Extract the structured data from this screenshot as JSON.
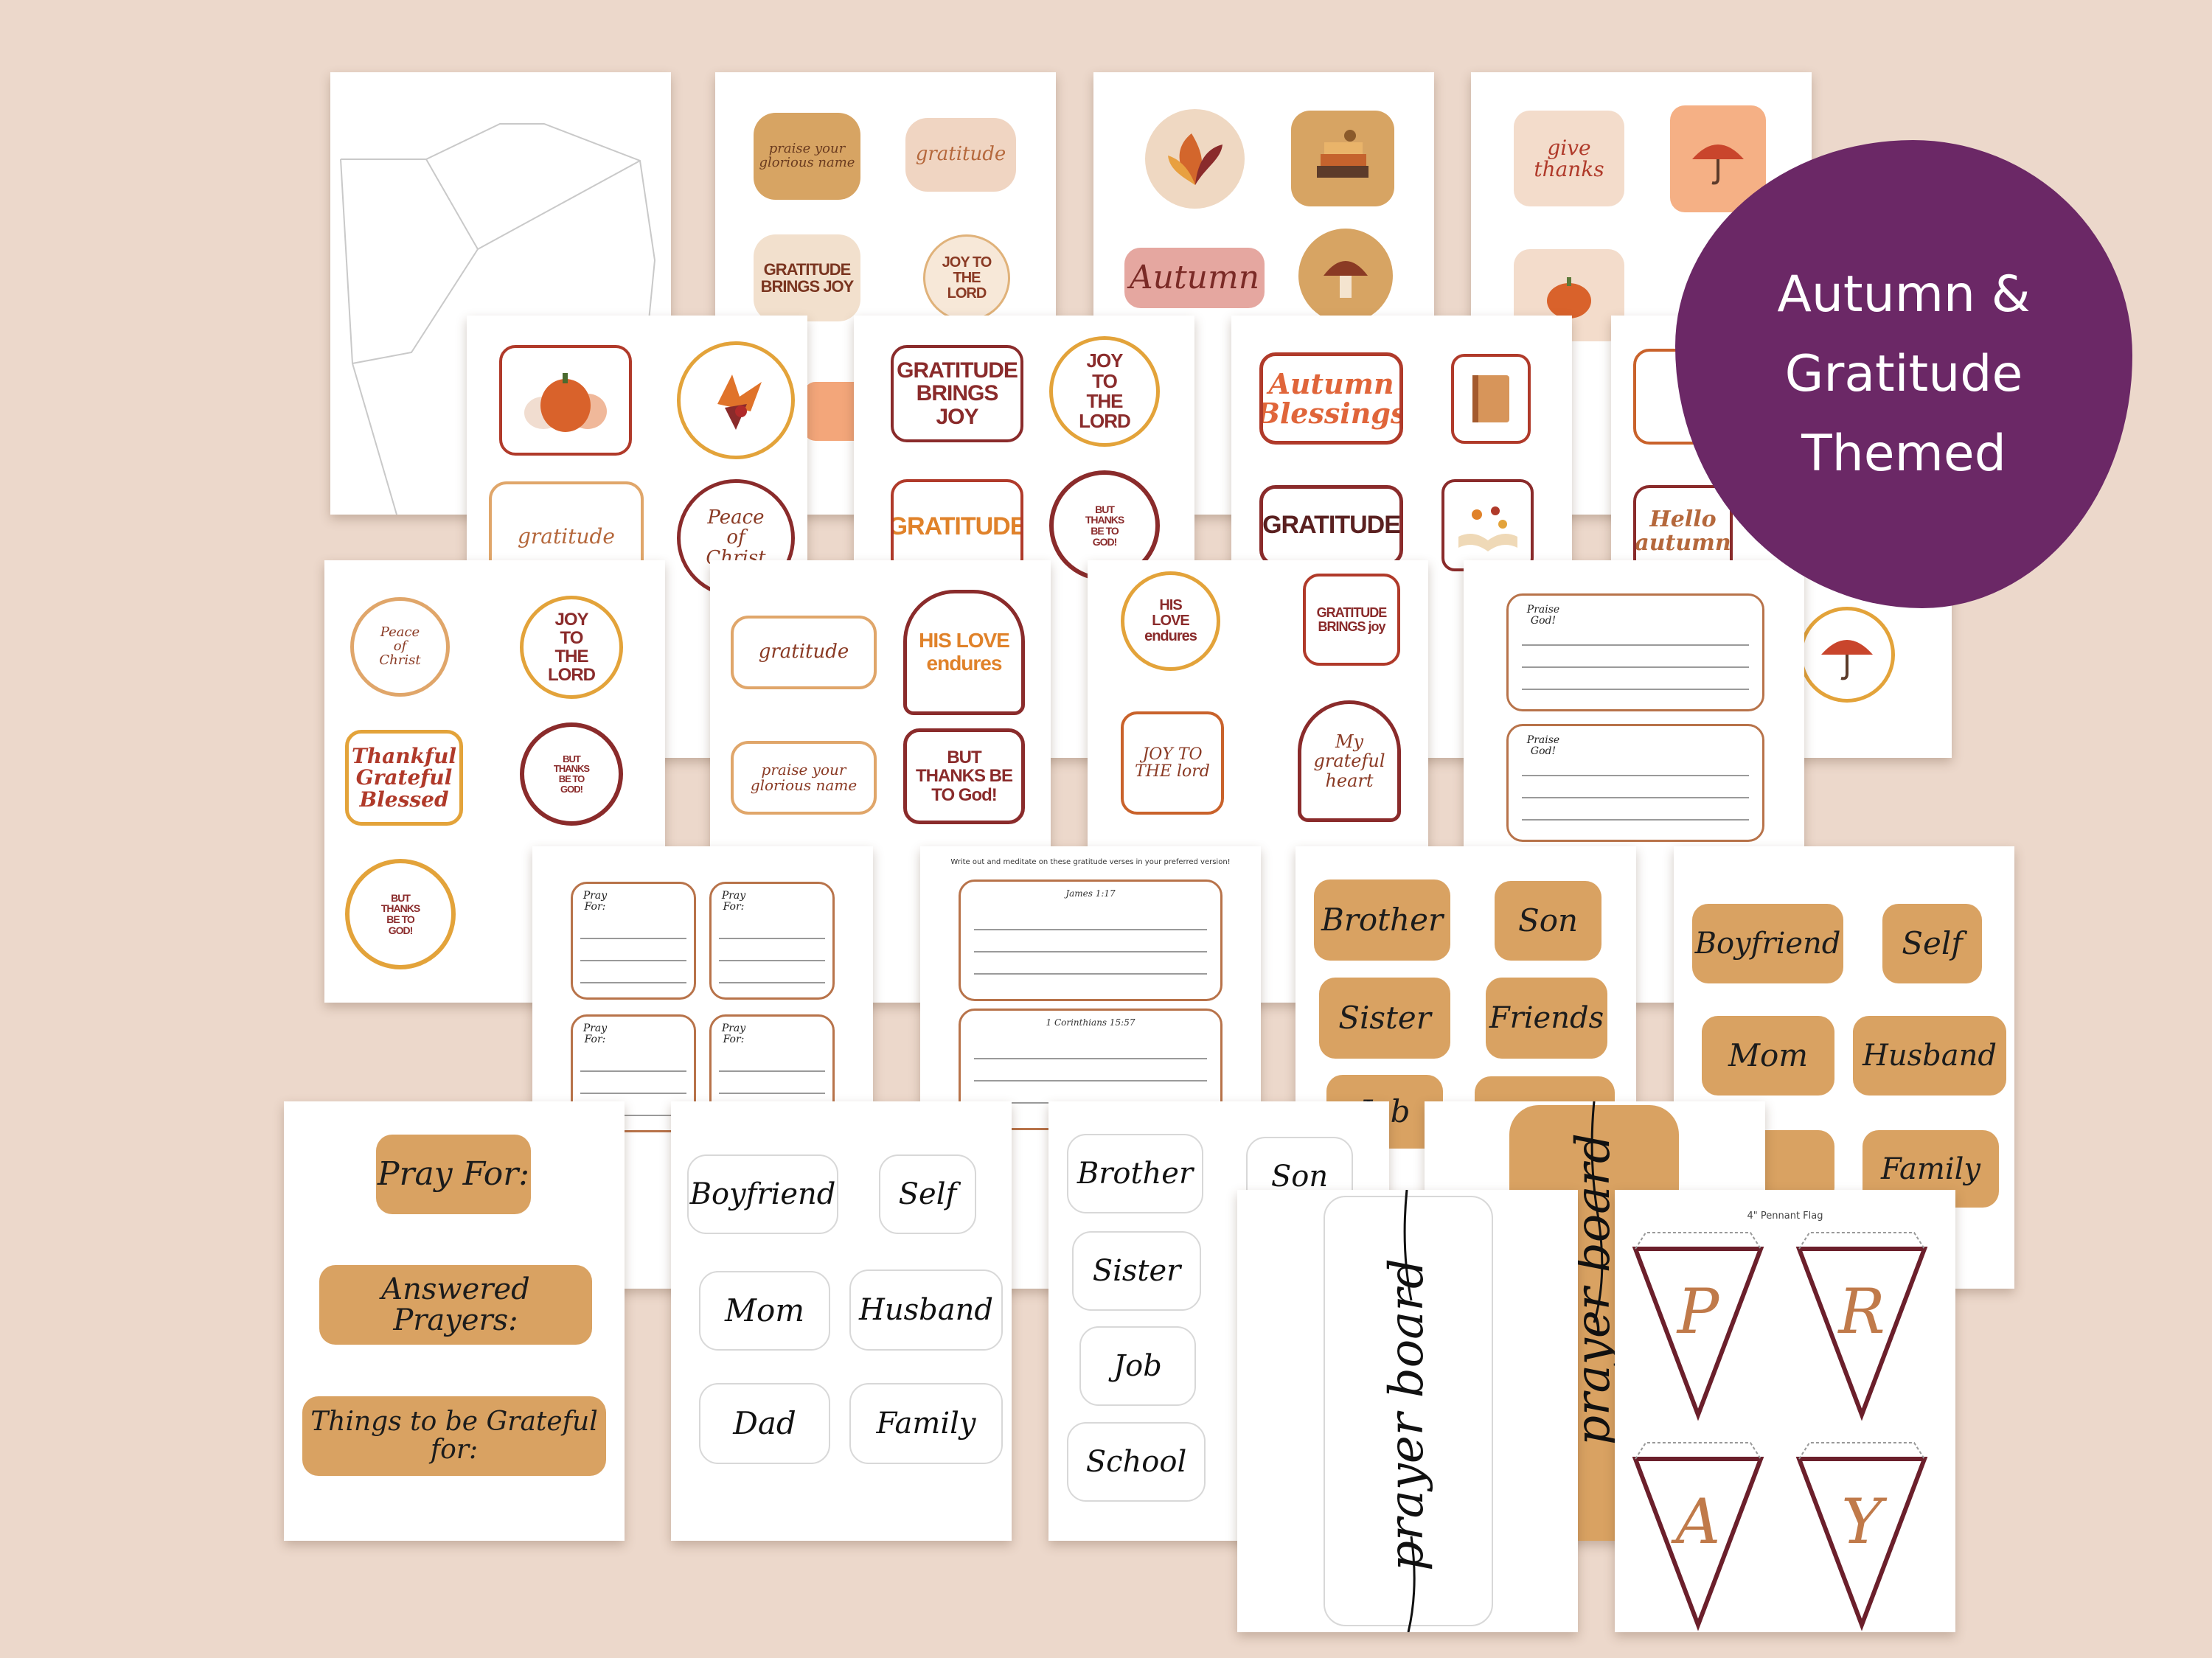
{
  "badge": {
    "line1": "Autumn &",
    "line2": "Gratitude",
    "line3": "Themed"
  },
  "sheet2": {
    "sticker1": "praise your glorious name",
    "sticker2": "gratitude",
    "sticker3": "GRATITUDE BRINGS JOY",
    "sticker4": "JOY TO THE LORD"
  },
  "sheet3": {
    "sticker1": "Autumn"
  },
  "sheet4": {
    "sticker1": "give thanks"
  },
  "sheet5": {
    "sticker1": "gratitude",
    "sticker2": "Peace of Christ"
  },
  "sheet6": {
    "sticker1": "GRATITUDE BRINGS JOY",
    "sticker2": "JOY TO THE LORD",
    "sticker3": "GRATITUDE",
    "sticker4": "BUT THANKS BE TO GOD!"
  },
  "sheet7": {
    "sticker1": "Autumn Blessings",
    "sticker2": "GRATITUDE"
  },
  "sheet8": {
    "sticker1": "Hello autumn"
  },
  "sheet9": {
    "sticker1": "Peace of Christ",
    "sticker2": "JOY TO THE LORD",
    "sticker3": "Thankful Grateful Blessed",
    "sticker4": "BUT THANKS BE TO GOD!",
    "sticker5": "BUT THANKS BE TO GOD!"
  },
  "sheet10": {
    "sticker1": "gratitude",
    "sticker2": "HIS LOVE endures",
    "sticker3": "praise your glorious name",
    "sticker4": "BUT THANKS BE TO God!"
  },
  "sheet11": {
    "sticker1": "HIS LOVE endures",
    "sticker2": "GRATITUDE BRINGS joy",
    "sticker3": "JOY TO THE lord",
    "sticker4": "My grateful heart"
  },
  "sheet12": {
    "box1": "Praise God!",
    "box2": "Praise God!"
  },
  "sheet13": {
    "box1": "Pray For:",
    "box2": "Pray For:",
    "box3": "Pray For:",
    "box4": "Pray For:"
  },
  "sheet14": {
    "header": "Write out and meditate on these gratitude verses in your preferred version!",
    "verse1": "James 1:17",
    "verse2": "1 Corinthians 15:57"
  },
  "sheet15": {
    "l1": "Brother",
    "l2": "Son",
    "l3": "Sister",
    "l4": "Friends",
    "l5": "Job"
  },
  "sheet16": {
    "l1": "Boyfriend",
    "l2": "Self",
    "l3": "Mom",
    "l4": "Husband",
    "l5": "Family"
  },
  "sheet17": {
    "l1": "Pray For:",
    "l2": "Answered Prayers:",
    "l3": "Things to be Grateful for:"
  },
  "sheet18": {
    "l1": "Boyfriend",
    "l2": "Self",
    "l3": "Mom",
    "l4": "Husband",
    "l5": "Dad",
    "l6": "Family"
  },
  "sheet19": {
    "l1": "Brother",
    "l2": "Son",
    "l3": "Sister",
    "l4": "Job",
    "l5": "School"
  },
  "sheet20": {
    "title": "prayer board"
  },
  "sheet21": {
    "title": "prayer board"
  },
  "sheet22": {
    "header": "4\" Pennant Flag",
    "p1": "P",
    "p2": "R",
    "p3": "A",
    "p4": "Y"
  },
  "colors": {
    "background": "#ecd8cb",
    "badge": "#6b2866",
    "tan": "#d9a262",
    "maroon": "#8a2b2b",
    "orange": "#e8a040"
  }
}
